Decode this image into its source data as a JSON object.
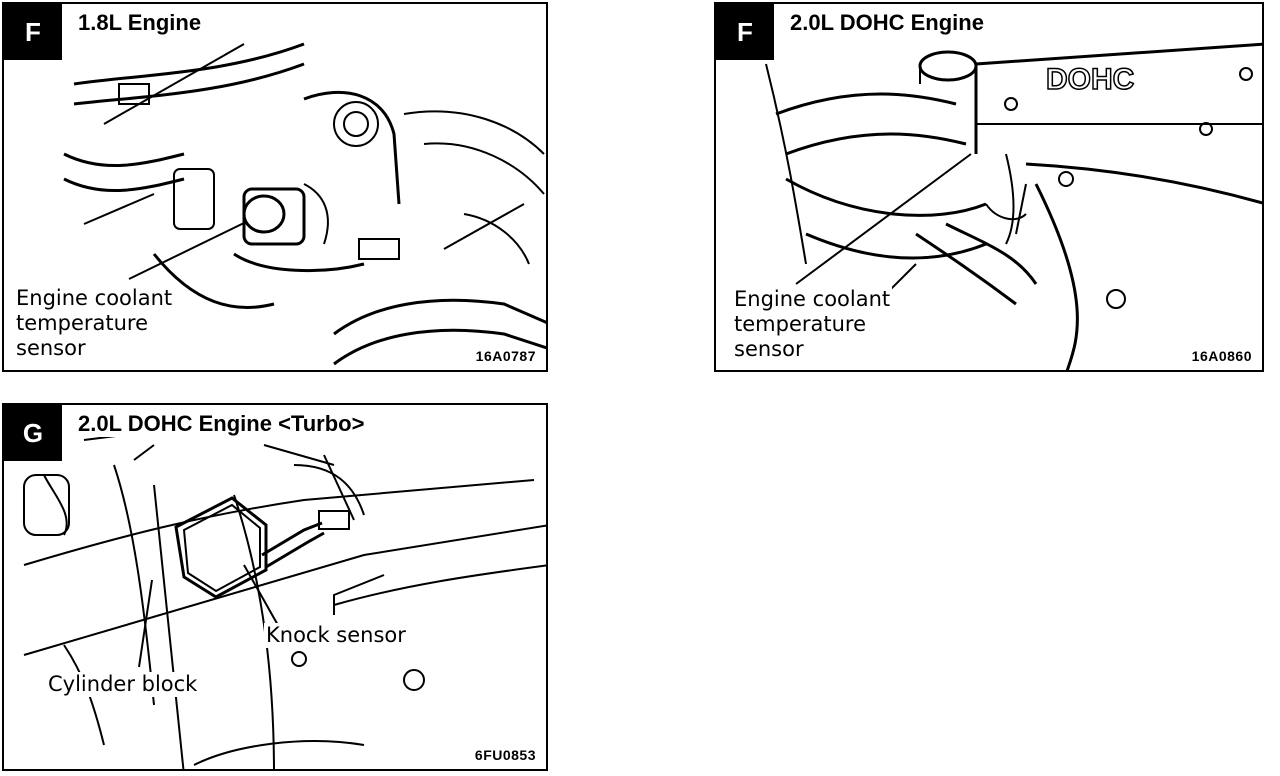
{
  "panels": [
    {
      "badge": "F",
      "title": "1.8L Engine",
      "label_lines": [
        "Engine coolant",
        "temperature",
        "sensor"
      ],
      "code": "16A0787"
    },
    {
      "badge": "F",
      "title": "2.0L DOHC Engine",
      "label_lines": [
        "Engine coolant",
        "temperature",
        "sensor"
      ],
      "code": "16A0860"
    },
    {
      "badge": "G",
      "title": "2.0L DOHC Engine <Turbo>",
      "labels": {
        "knock": "Knock sensor",
        "block": "Cylinder block"
      },
      "code": "6FU0853"
    }
  ]
}
